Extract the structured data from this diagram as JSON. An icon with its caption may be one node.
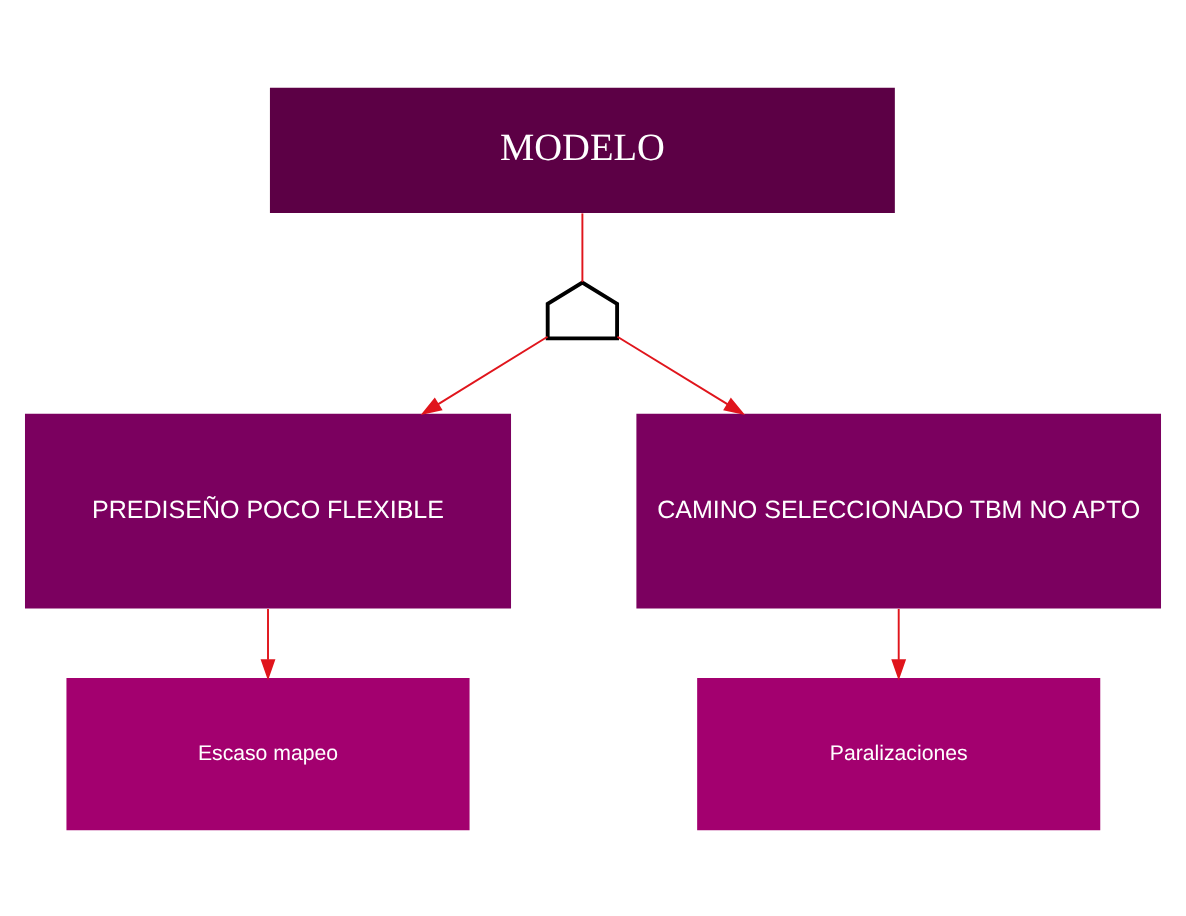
{
  "diagram": {
    "nodes": [
      {
        "text": [
          "MODELO"
        ]
      },
      {
        "text": [],
        "shape": "gate"
      },
      {
        "text": [
          "PREDISEÑO POCO FLEXIBLE"
        ]
      },
      {
        "text": [
          "CAMINO SELECCIONADO TBM NO APTO"
        ]
      },
      {
        "text": [
          "Escaso mapeo"
        ]
      },
      {
        "text": [
          "Paralizaciones"
        ]
      }
    ],
    "edges": [
      {
        "from": 0,
        "to": 1,
        "arrow": "none"
      },
      {
        "from": 1,
        "to": 2,
        "arrow": "to"
      },
      {
        "from": 1,
        "to": 3,
        "arrow": "to"
      },
      {
        "from": 2,
        "to": 4,
        "arrow": "to"
      },
      {
        "from": 3,
        "to": 5,
        "arrow": "to"
      }
    ]
  }
}
